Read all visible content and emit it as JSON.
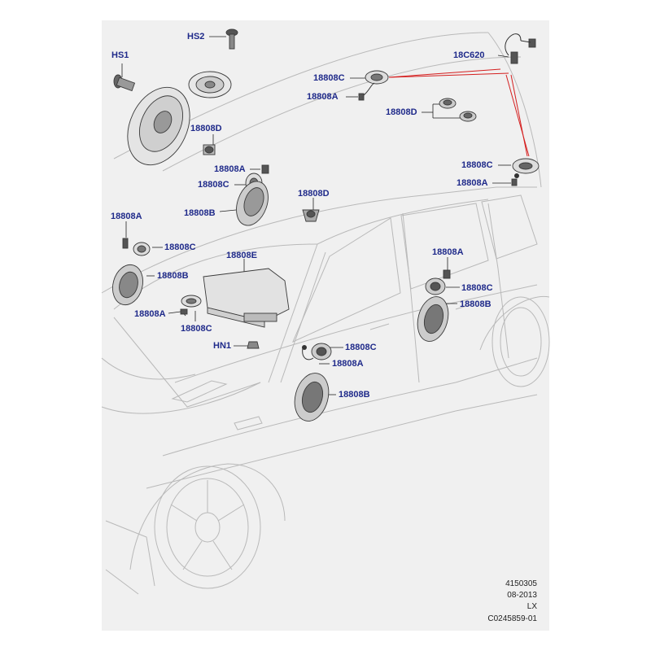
{
  "labels": {
    "hs2": "HS2",
    "hs1": "HS1",
    "c18c620": "18C620",
    "c_top1": "18808C",
    "a_top1": "18808A",
    "d_top_right": "18808D",
    "d_left": "18808D",
    "c_right": "18808C",
    "a_right": "18808A",
    "a_mid": "18808A",
    "c_mid": "18808C",
    "b_mid": "18808B",
    "d_center": "18808D",
    "a_left": "18808A",
    "c_left": "18808C",
    "b_left": "18808B",
    "e_amp": "18808E",
    "a_left2": "18808A",
    "c_left2": "18808C",
    "a_door_r": "18808A",
    "c_door_r": "18808C",
    "b_door_r": "18808B",
    "hn1": "HN1",
    "c_door_f": "18808C",
    "a_door_f": "18808A",
    "b_door_f": "18808B"
  },
  "reference": {
    "line1": "4150305",
    "line2": "08-2013",
    "line3": "LX",
    "line4": "C0245859-01"
  },
  "colors": {
    "label": "#1f2a8a",
    "leader_red": "#d41f1f",
    "background": "#f0f0f0"
  }
}
